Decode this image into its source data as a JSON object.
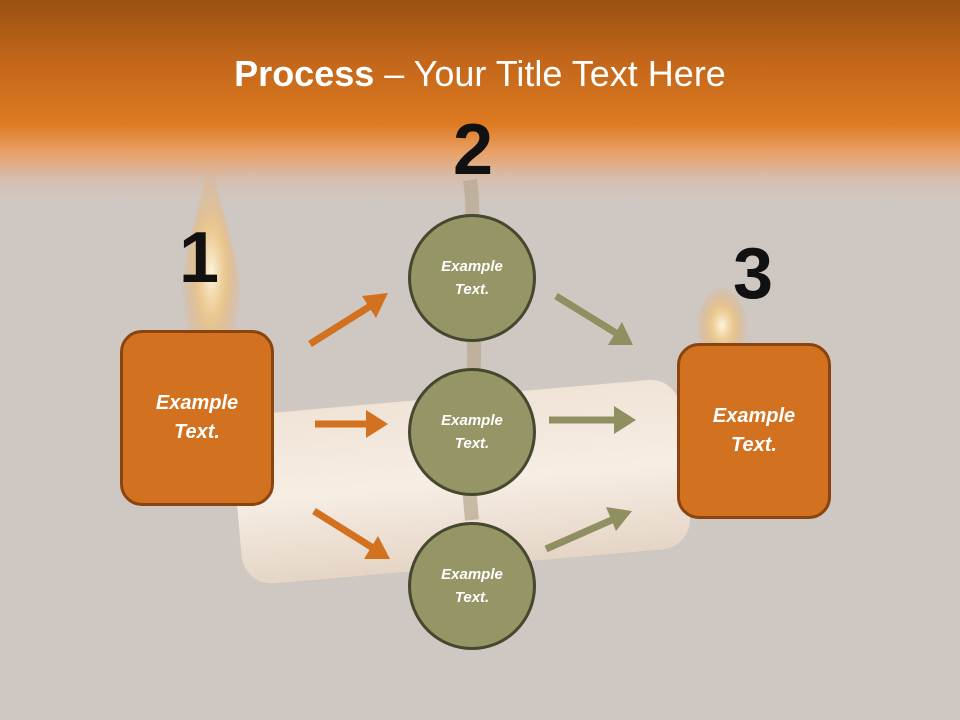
{
  "title": {
    "bold": "Process",
    "rest": " – Your Title Text Here"
  },
  "steps": {
    "one": "1",
    "two": "2",
    "three": "3"
  },
  "boxes": {
    "left": "Example Text.",
    "right": "Example Text."
  },
  "circles": {
    "top": "Example Text.",
    "middle": "Example Text.",
    "bottom": "Example Text."
  },
  "colors": {
    "orange": "#d2711f",
    "olive": "#959565",
    "title_band": "#dd7a22"
  }
}
